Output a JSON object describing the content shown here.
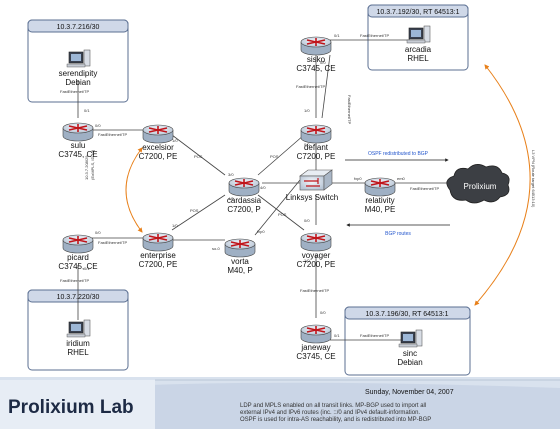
{
  "subnets": {
    "s216": "10.3.7.216/30",
    "s220": "10.3.7.220/30",
    "s192": "10.3.7.192/30, RT 64513:1",
    "s196": "10.3.7.196/30, RT 64513:1"
  },
  "hosts": {
    "serendipity": {
      "name": "serendipity",
      "os": "Debian"
    },
    "iridium": {
      "name": "iridium",
      "os": "RHEL"
    },
    "arcadia": {
      "name": "arcadia",
      "os": "RHEL"
    },
    "sinc": {
      "name": "sinc",
      "os": "Debian"
    }
  },
  "routers": {
    "sulu": {
      "name": "sulu",
      "model": "C3745, CE"
    },
    "picard": {
      "name": "picard",
      "model": "C3745, CE"
    },
    "excelsior": {
      "name": "excelsior",
      "model": "C7200, PE"
    },
    "enterprise": {
      "name": "enterprise",
      "model": "C7200, PE"
    },
    "cardassia": {
      "name": "cardassia",
      "model": "C7200, P"
    },
    "vorta": {
      "name": "vorta",
      "model": "M40, P"
    },
    "defiant": {
      "name": "defiant",
      "model": "C7200, PE"
    },
    "voyager": {
      "name": "voyager",
      "model": "C7200, PE"
    },
    "sisko": {
      "name": "sisko",
      "model": "C3745, CE"
    },
    "janeway": {
      "name": "janeway",
      "model": "C3745, CE"
    },
    "relativity": {
      "name": "relativity",
      "model": "M40, PE"
    }
  },
  "switch": {
    "name": "Linksys Switch"
  },
  "cloud": {
    "name": "Prolixium"
  },
  "links": {
    "fe": "FastEthernet/TP",
    "pos": "POS",
    "eompls": "10.3.7.208/29\n(EoMPLS, ID 10)",
    "eompls_a": "10.3.7.208/29",
    "eompls_b": "(EoMPLS, ID 10)",
    "l3vpn": "L3 VPN (Route target 64513:10)"
  },
  "interfaces": {
    "i01": "0/1",
    "i00": "0/0",
    "i10": "1/0",
    "i30": "3/0",
    "i40": "4/0",
    "fxp0": "fxp0",
    "so": "so-0",
    "em0": "em0"
  },
  "annotations": {
    "ospf_to_bgp": "OSPF redistributed to BGP",
    "bgp_routes": "BGP routes"
  },
  "footer": {
    "title": "Prolixium Lab",
    "date": "Sunday, November 04, 2007",
    "line1": "LDP and MPLS enabled on all transit links.  MP-BGP used to import all",
    "line2": "external IPv4 and IPv6 routes (inc. ::/0 and IPv4 default-information.",
    "line3": "OSPF is used for intra-AS reachability, and is redistributed into MP-BGP"
  },
  "colors": {
    "router_top": "#dfe7ef",
    "router_x": "#c0141a",
    "box_border": "#5b6f92",
    "box_header": "#cfd8e8",
    "arrow_orange": "#e8801a",
    "footer_bg": "#d9e2ee"
  }
}
